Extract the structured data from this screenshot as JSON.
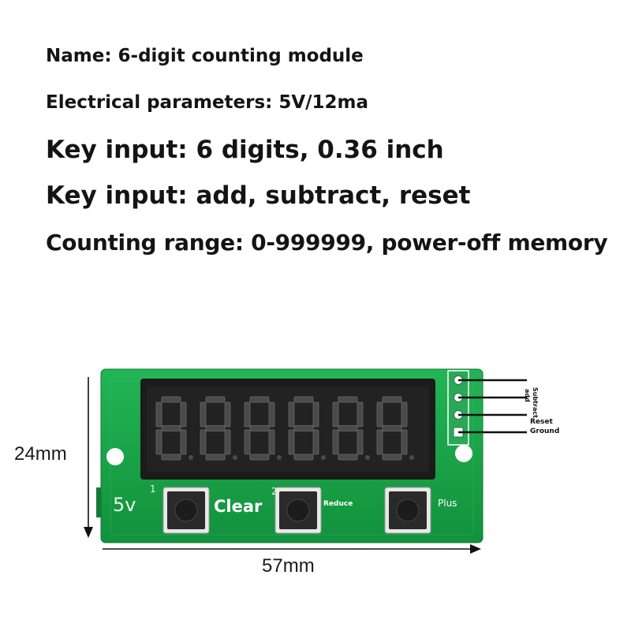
{
  "specs": {
    "name": "Name: 6-digit counting module",
    "electrical": "Electrical parameters: 5V/12ma",
    "display": "Key input: 6 digits, 0.36 inch",
    "keys": "Key input: add, subtract, reset",
    "range": "Counting range: 0-999999, power-off memory"
  },
  "dimensions": {
    "height": "24mm",
    "width": "57mm"
  },
  "board": {
    "label_5v": "5v",
    "label_1": "1",
    "label_2": "2",
    "clear": "Clear",
    "reduce": "Reduce",
    "plus": "Plus",
    "digits": "888888"
  },
  "pins": {
    "subtract": "Subtract",
    "add": "add",
    "reset": "Reset",
    "ground": "Ground"
  },
  "colors": {
    "pcb": "#1aa34a",
    "display": "#1b1b1b",
    "segment": "#4a4a4a",
    "button": "#2a2a2a"
  }
}
